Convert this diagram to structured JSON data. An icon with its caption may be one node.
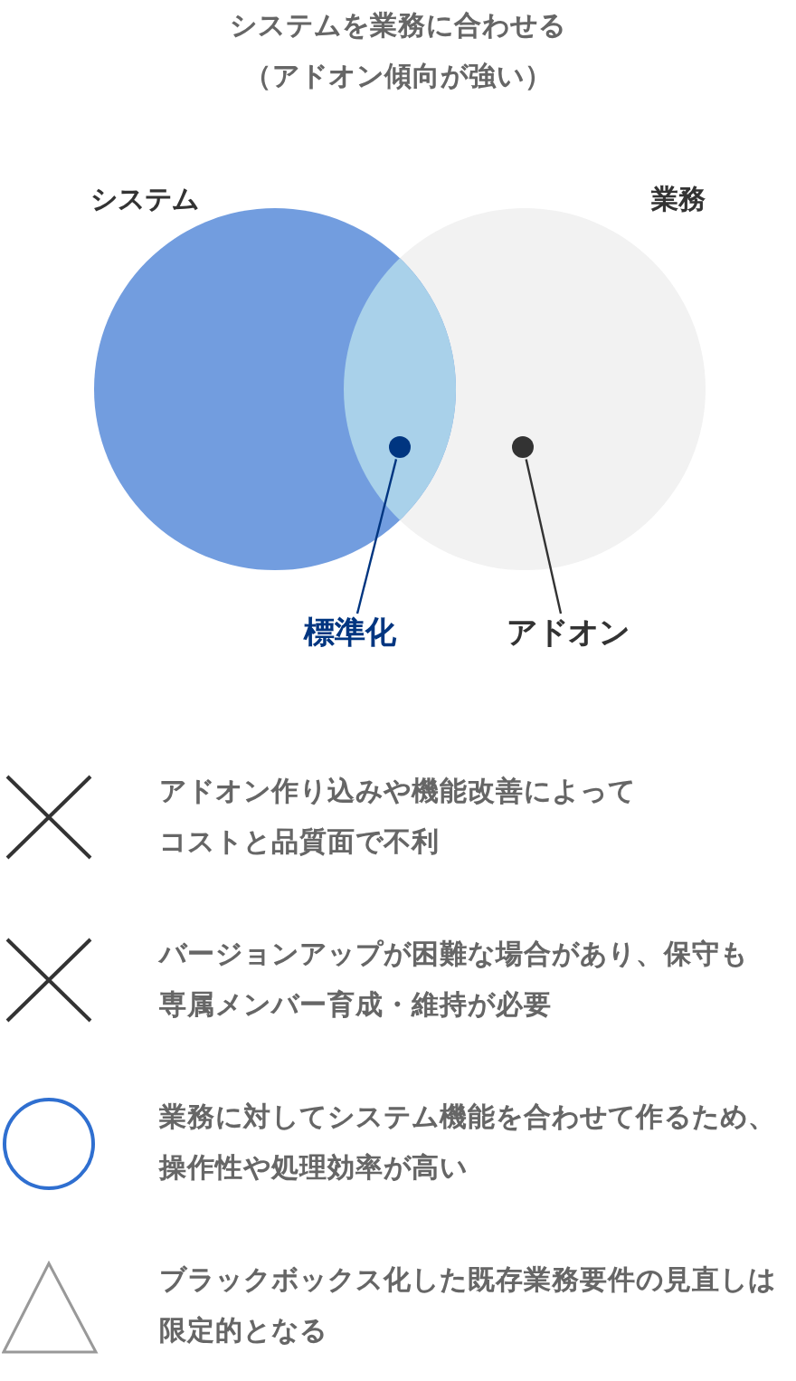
{
  "diagram": {
    "title": "システムを業務に合わせる（アドオン傾向が強い）",
    "nodes": [
      {
        "text": [
          "システム"
        ]
      },
      {
        "text": [
          "業務"
        ]
      },
      {
        "text": [],
        "shape": "circle"
      },
      {
        "text": [],
        "shape": "circle",
        "in": 1
      },
      {
        "text": [
          "標準化"
        ]
      },
      {
        "text": [
          "アドオン"
        ]
      }
    ],
    "edges": [
      {
        "from": 4,
        "to": 2,
        "arrow": "none",
        "color": "#003580"
      },
      {
        "from": 5,
        "to": 3,
        "arrow": "none"
      }
    ],
    "labels": [
      "アドオン作り込みや機能改善によってコストと品質面で不利",
      "バージョンアップが困難な場合があり、保守も専属メンバー育成・維持が必要",
      "業務に対してシステム機能を合わせて作るため、操作性や処理効率が高い",
      "ブラックボックス化した既存業務要件の見直しは限定的となる"
    ]
  }
}
